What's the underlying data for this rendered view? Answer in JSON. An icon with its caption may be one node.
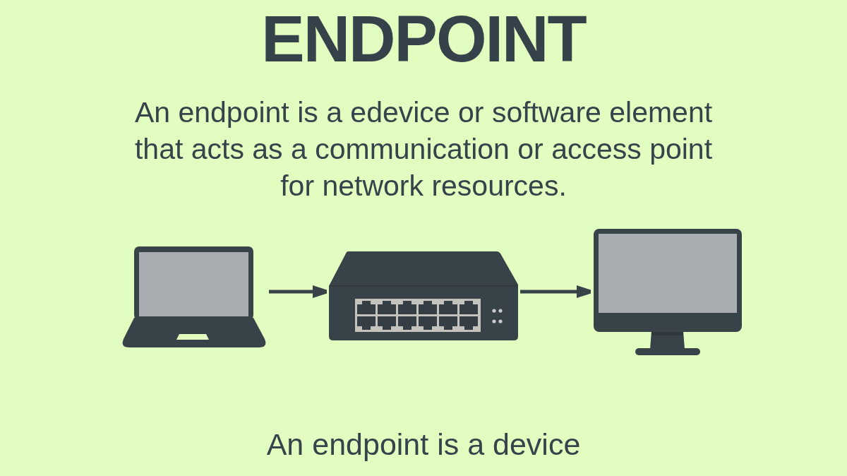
{
  "diagram": {
    "title": "ENDPOINT",
    "nodes": [
      {
        "text": [],
        "shape": "picture"
      },
      {
        "text": [],
        "shape": "picture"
      },
      {
        "text": [],
        "shape": "picture"
      }
    ],
    "edges": [
      {
        "from": 0,
        "to": 1,
        "arrow": "to"
      },
      {
        "from": 1,
        "to": 2,
        "arrow": "to"
      }
    ],
    "labels": [
      "An endpoint is a edevice or software element that acts as a communication or access point for network resources.",
      "An endpoint is a device"
    ]
  }
}
